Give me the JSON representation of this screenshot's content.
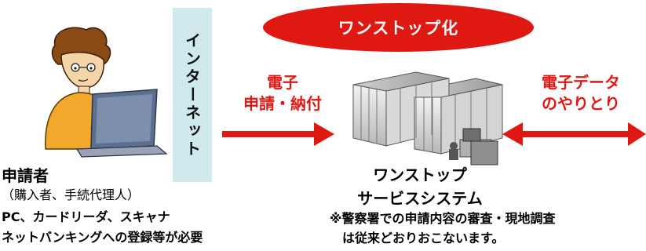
{
  "banner": {
    "label": "ワンストップ化"
  },
  "internet": {
    "label": "インターネット"
  },
  "left_arrow": {
    "line1": "電子",
    "line2": "申請・納付"
  },
  "right_arrow": {
    "line1": "電子データ",
    "line2": "のやりとり"
  },
  "applicant": {
    "title": "申請者",
    "subtitle": "（購入者、手続代理人）",
    "requirements_line1": "PC、カードリーダ、スキャナ",
    "requirements_line2": "ネットバンキングへの登録等が必要"
  },
  "system": {
    "line1": "ワンストップ",
    "line2": "サービスシステム"
  },
  "note": {
    "line1": "※警察署での申請内容の審査・現地調査",
    "line2": "　は従来どおりおこないます。"
  },
  "colors": {
    "accent_red": "#e01812",
    "internet_bg": "#cfe9ec"
  },
  "icons": [
    "person-at-laptop-illustration",
    "server-racks-illustration"
  ]
}
